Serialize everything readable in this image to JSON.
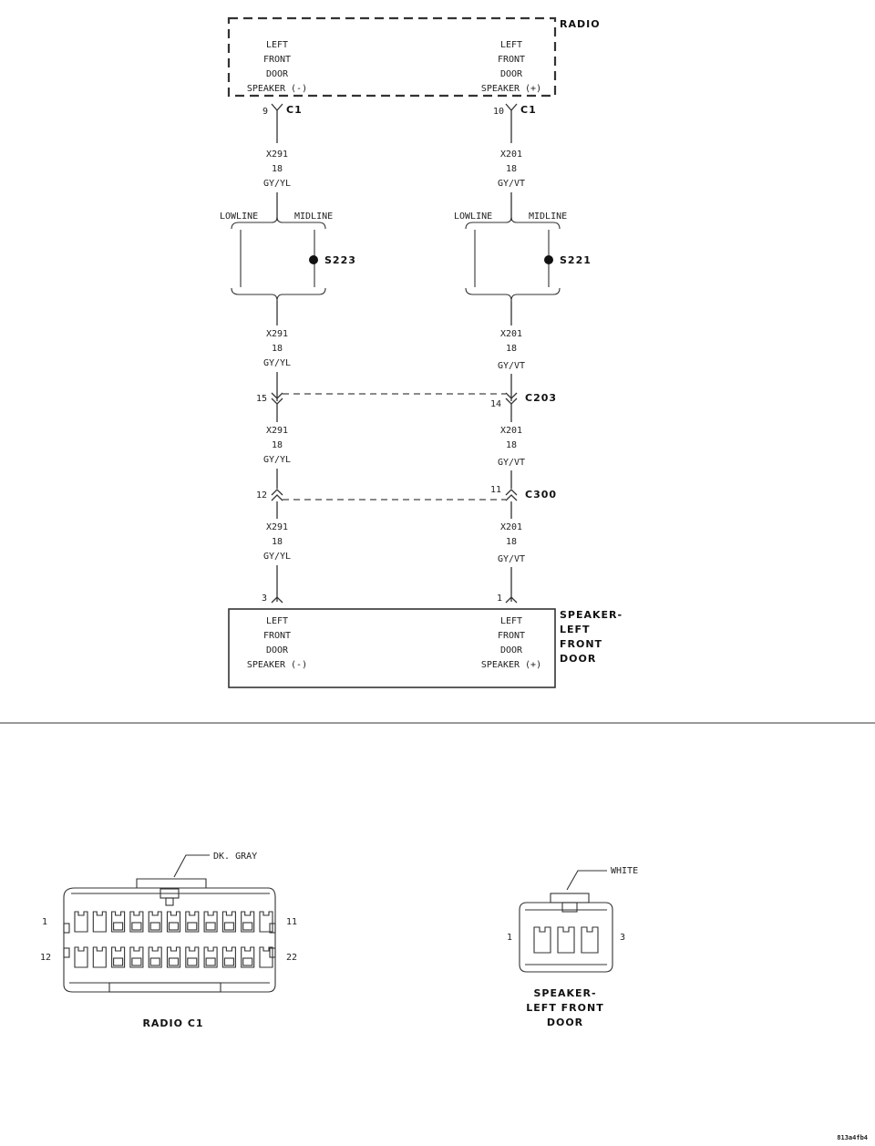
{
  "radio": {
    "label": "RADIO",
    "left_pin": [
      "LEFT",
      "FRONT",
      "DOOR",
      "SPEAKER (-)"
    ],
    "right_pin": [
      "LEFT",
      "FRONT",
      "DOOR",
      "SPEAKER (+)"
    ]
  },
  "connector_c1": {
    "label": "C1",
    "left_cavity": "9",
    "right_cavity": "10"
  },
  "wire_left": {
    "circuit": "X291",
    "gauge": "18",
    "color": "GY/YL"
  },
  "wire_right": {
    "circuit": "X201",
    "gauge": "18",
    "color": "GY/VT"
  },
  "splice_left": {
    "lowline": "LOWLINE",
    "midline": "MIDLINE",
    "label": "S223"
  },
  "splice_right": {
    "lowline": "LOWLINE",
    "midline": "MIDLINE",
    "label": "S221"
  },
  "connector_c203": {
    "label": "C203",
    "left_cavity": "15",
    "right_cavity": "14"
  },
  "connector_c300": {
    "label": "C300",
    "left_cavity": "12",
    "right_cavity": "11"
  },
  "speaker": {
    "label": [
      "SPEAKER-",
      "LEFT",
      "FRONT",
      "DOOR"
    ],
    "left_cavity": "3",
    "right_cavity": "1",
    "left_pin": [
      "LEFT",
      "FRONT",
      "DOOR",
      "SPEAKER (-)"
    ],
    "right_pin": [
      "LEFT",
      "FRONT",
      "DOOR",
      "SPEAKER (+)"
    ]
  },
  "radio_c1_view": {
    "color_label": "DK. GRAY",
    "pin_1": "1",
    "pin_11": "11",
    "pin_12": "12",
    "pin_22": "22",
    "caption": "RADIO C1"
  },
  "speaker_view": {
    "color_label": "WHITE",
    "pin_1": "1",
    "pin_3": "3",
    "caption": [
      "SPEAKER-",
      "LEFT FRONT",
      "DOOR"
    ]
  },
  "figure_id": "813a4fb4"
}
